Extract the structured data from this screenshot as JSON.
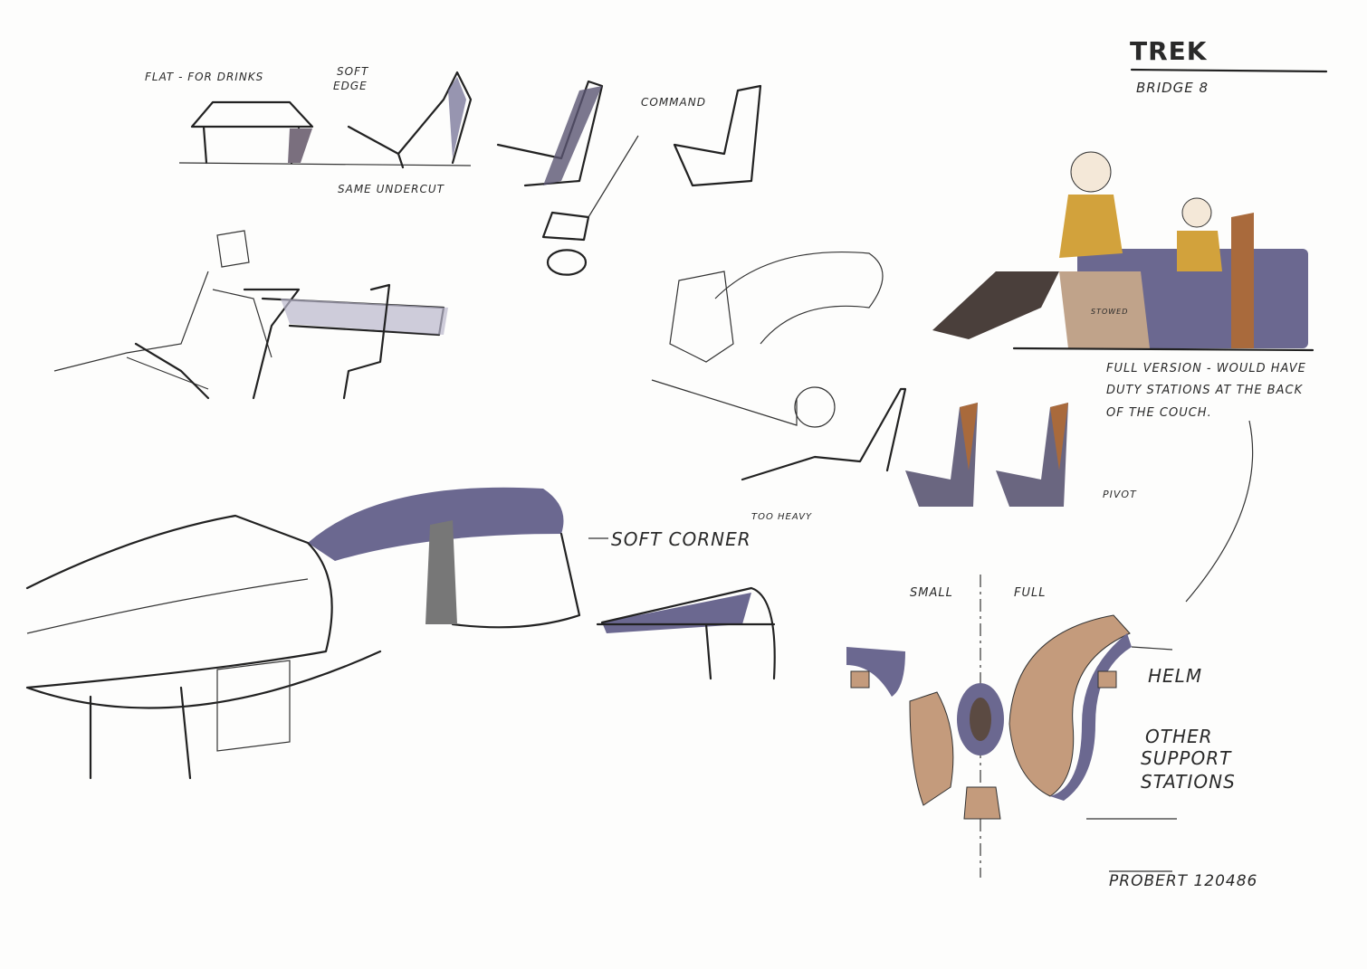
{
  "title": {
    "heading": "TREK",
    "subheading": "BRIDGE 8"
  },
  "annotations": {
    "flat_for_drinks": "FLAT - FOR DRINKS",
    "soft_edge_1": "SOFT",
    "soft_edge_2": "EDGE",
    "same_undercut": "SAME UNDERCUT",
    "command": "COMMAND",
    "stowed": "STOWED",
    "full_version_1": "FULL VERSION - WOULD HAVE",
    "full_version_2": "DUTY STATIONS AT THE BACK",
    "full_version_3": "OF THE COUCH.",
    "too_heavy": "TOO HEAVY",
    "pivot": "PIVOT",
    "soft_corner": "SOFT CORNER",
    "small": "SMALL",
    "full": "FULL",
    "helm": "HELM",
    "other_1": "OTHER",
    "other_2": "SUPPORT",
    "other_3": "STATIONS"
  },
  "signature": "PROBERT 120486",
  "colors": {
    "purple": "#6b6890",
    "tan": "#c49b7c",
    "gold": "#d2a23c",
    "ink": "#222222"
  }
}
